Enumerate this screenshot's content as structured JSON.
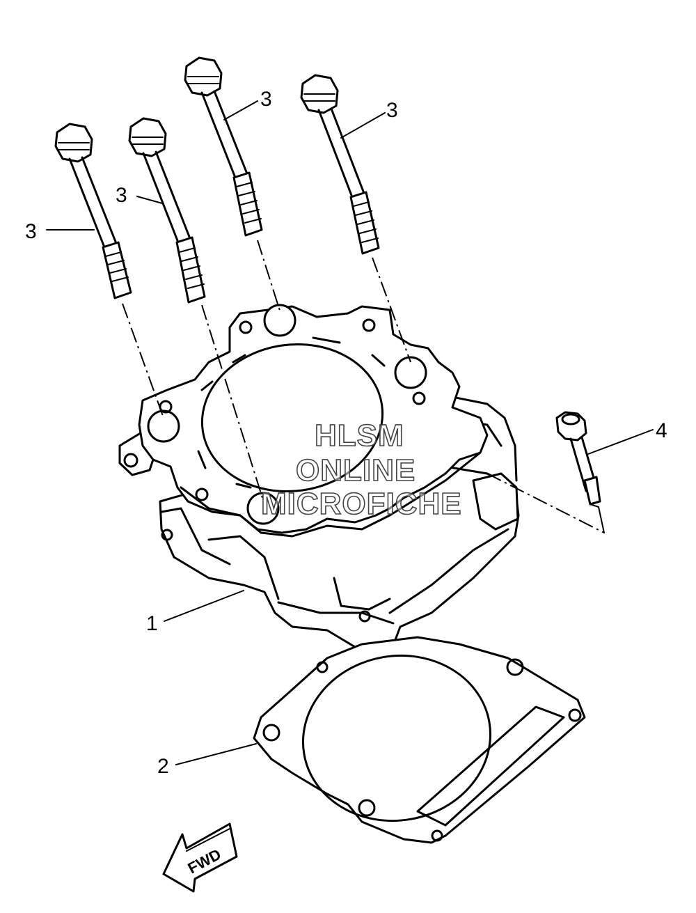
{
  "diagram": {
    "callouts": {
      "cylinder": "1",
      "gasket": "2",
      "stud_bolt_a": "3",
      "stud_bolt_b": "3",
      "stud_bolt_c": "3",
      "stud_bolt_d": "3",
      "bolt": "4"
    },
    "direction_arrow": "FWD",
    "watermark": {
      "line1": "HLSM",
      "line2": "ONLINE",
      "line3": "MICROFICHE"
    }
  }
}
